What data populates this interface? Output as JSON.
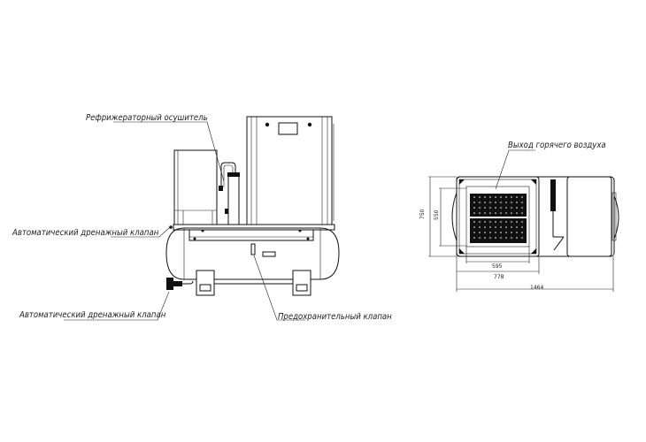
{
  "side_view": {
    "labels": {
      "dryer": "Рефрижераторный осушитель",
      "drain_valve_upper": "Автоматический дренажный клапан",
      "drain_valve_lower": "Автоматический дренажный клапан",
      "safety_valve": "Предохранительный клапан"
    }
  },
  "top_view": {
    "labels": {
      "hot_air_outlet": "Выход горячего воздуха"
    },
    "dimensions": {
      "height_outer": "750",
      "height_inner": "550",
      "width_grille": "595",
      "width_unit": "778",
      "width_total": "1464"
    }
  },
  "colors": {
    "line": "#111111",
    "background": "#ffffff",
    "grille": "#111111"
  }
}
